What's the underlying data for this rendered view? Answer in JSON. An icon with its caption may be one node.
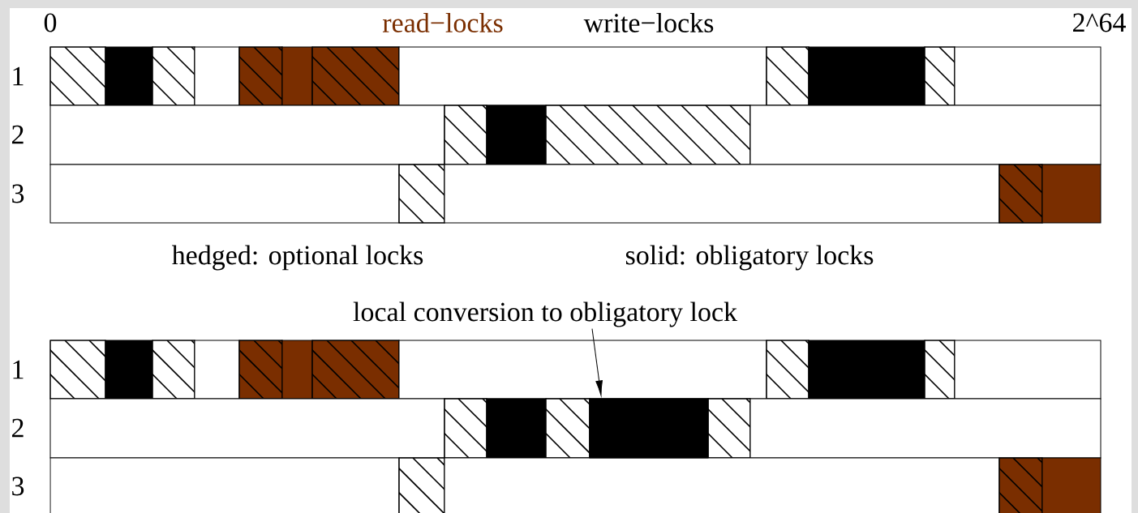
{
  "diagram": {
    "nodes": [
      {
        "text": [
          "local conversion to obligatory lock"
        ]
      },
      {
        "text": [],
        "shape": "bar"
      }
    ],
    "edges": [
      {
        "from": 0,
        "to": 1,
        "arrow": "to"
      }
    ],
    "labels": [
      "0",
      "read−locks",
      "write−locks",
      "2^64",
      "1",
      "2",
      "3",
      "hedged: optional locks",
      "solid: obligatory locks",
      "1",
      "2",
      "3"
    ]
  }
}
